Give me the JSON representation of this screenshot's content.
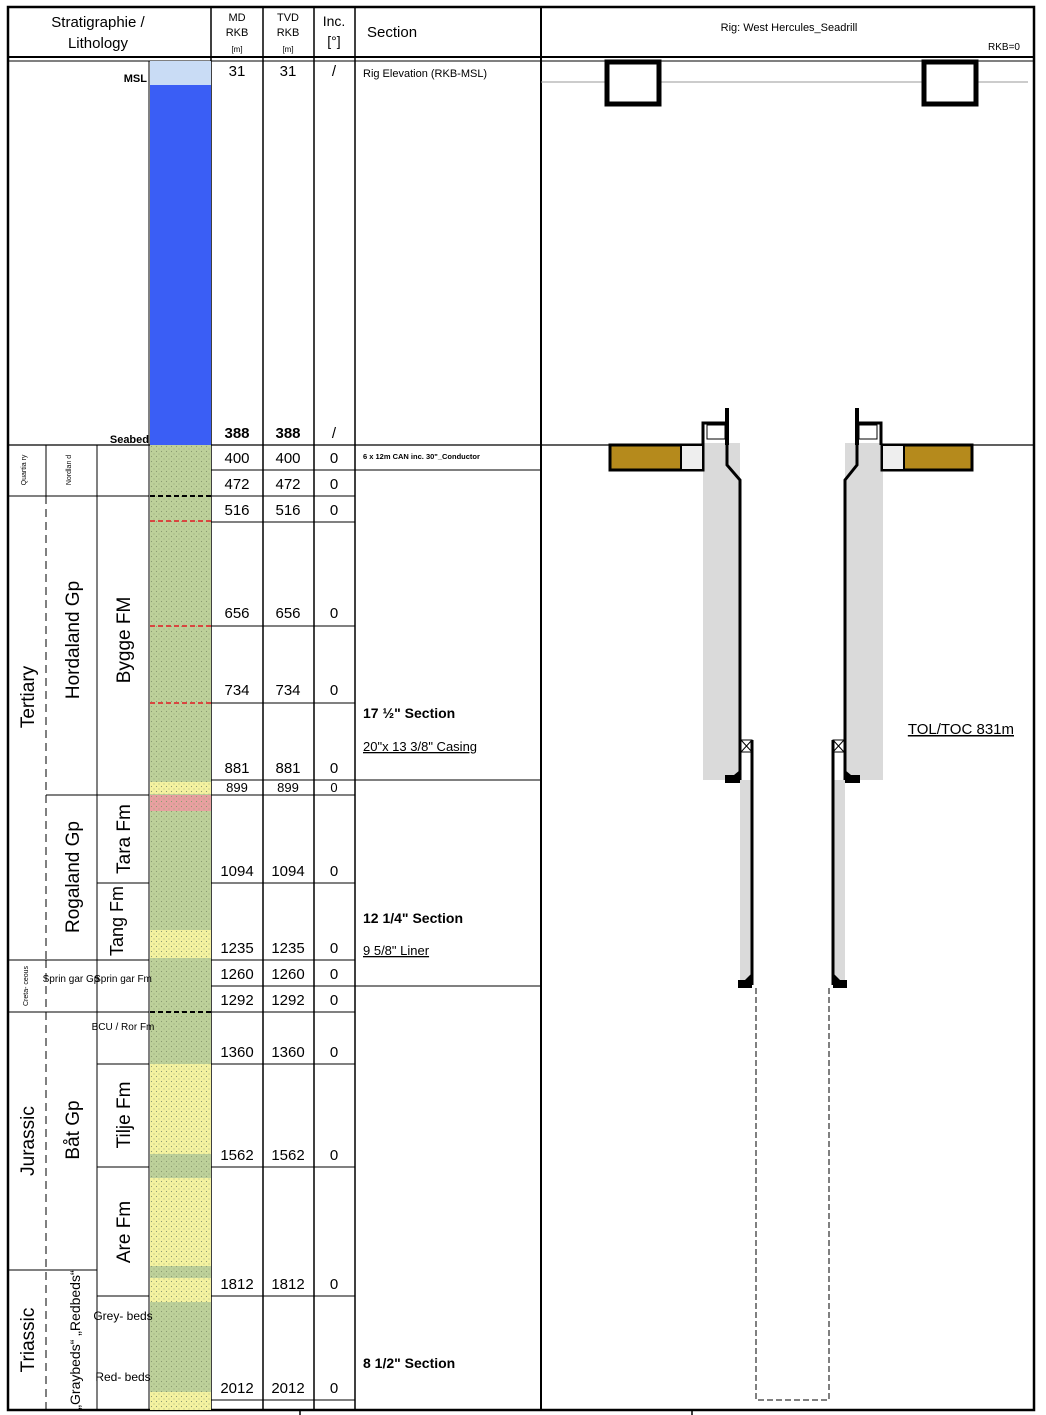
{
  "header": {
    "strat_line1": "Stratigraphie /",
    "strat_line2": "Lithology",
    "md_line1": "MD",
    "md_line2": "RKB",
    "md_unit": "[m]",
    "tvd_line1": "TVD",
    "tvd_line2": "RKB",
    "tvd_unit": "[m]",
    "inc_line1": "Inc.",
    "inc_unit": "[°]",
    "section": "Section",
    "rig": "Rig: West Hercules_Seadrill",
    "rkb_zero": "RKB=0"
  },
  "labels": {
    "msl": "MSL",
    "seabed": "Seabed",
    "rig_elevation": "Rig Elevation (RKB-MSL)",
    "conductor": "6 x 12m CAN inc. 30\"_Conductor",
    "tol_toc": "TOL/TOC 831m"
  },
  "depth_rows": [
    {
      "md": "31",
      "tvd": "31",
      "inc": "/"
    },
    {
      "md": "388",
      "tvd": "388",
      "inc": "/"
    },
    {
      "md": "400",
      "tvd": "400",
      "inc": "0"
    },
    {
      "md": "472",
      "tvd": "472",
      "inc": "0"
    },
    {
      "md": "516",
      "tvd": "516",
      "inc": "0"
    },
    {
      "md": "656",
      "tvd": "656",
      "inc": "0"
    },
    {
      "md": "734",
      "tvd": "734",
      "inc": "0"
    },
    {
      "md": "881",
      "tvd": "881",
      "inc": "0"
    },
    {
      "md": "899",
      "tvd": "899",
      "inc": "0"
    },
    {
      "md": "1094",
      "tvd": "1094",
      "inc": "0"
    },
    {
      "md": "1235",
      "tvd": "1235",
      "inc": "0"
    },
    {
      "md": "1260",
      "tvd": "1260",
      "inc": "0"
    },
    {
      "md": "1292",
      "tvd": "1292",
      "inc": "0"
    },
    {
      "md": "1360",
      "tvd": "1360",
      "inc": "0"
    },
    {
      "md": "1562",
      "tvd": "1562",
      "inc": "0"
    },
    {
      "md": "1812",
      "tvd": "1812",
      "inc": "0"
    },
    {
      "md": "2012",
      "tvd": "2012",
      "inc": "0"
    }
  ],
  "sections": [
    {
      "name": "17 ½\" Section",
      "casing": "20\"x 13 3/8\" Casing"
    },
    {
      "name": "12 1/4\" Section",
      "casing": "9 5/8\" Liner"
    },
    {
      "name": "8 1/2\" Section",
      "casing": ""
    }
  ],
  "systems": [
    "Quartia ry",
    "Tertiary",
    "Creta- ceous",
    "Jurassic",
    "Triassic"
  ],
  "groups": [
    "Nordlan d",
    "Hordaland Gp",
    "Rogaland Gp",
    "Sprin gar Gp",
    "Båt Gp",
    "„Graybeds“ „Redbeds“"
  ],
  "formations": [
    "Bygge FM",
    "Tara Fm",
    "Tang Fm",
    "Sprin gar Fm",
    "BCU / Ror Fm",
    "Tilje Fm",
    "Are Fm",
    "Grey- beds",
    "Red- beds"
  ],
  "colors": {
    "sea": "#3a5ef5",
    "air": "#c9dcf5",
    "shale": "#bdd09a",
    "sand": "#f4f2a0",
    "red": "#e8a0a0",
    "casing": "#dadada",
    "cement": "#b58a1c"
  }
}
